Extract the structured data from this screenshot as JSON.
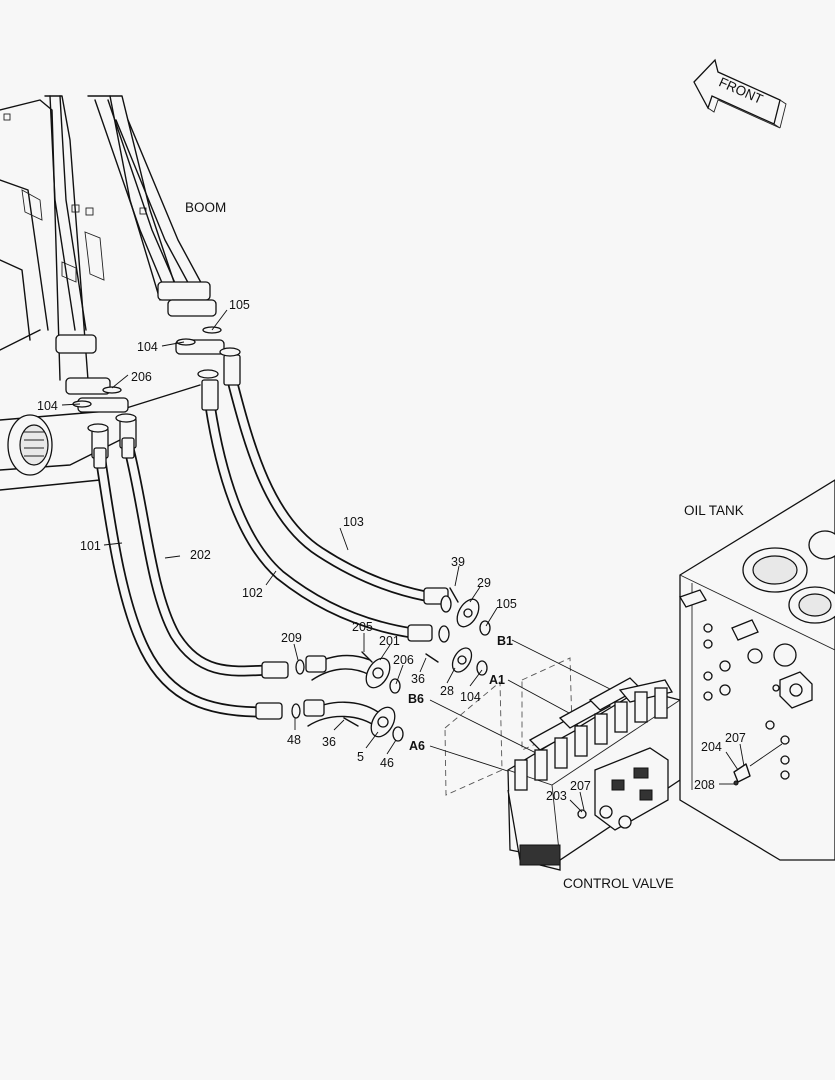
{
  "captions": {
    "boom": "BOOM",
    "oil_tank": "OIL TANK",
    "control_valve": "CONTROL VALVE",
    "front": "FRONT"
  },
  "part_labels": {
    "p101": "101",
    "p202": "202",
    "p102": "102",
    "p103": "103",
    "p104a": "104",
    "p104b": "104",
    "p104c": "104",
    "p105a": "105",
    "p105b": "105",
    "p206a": "206",
    "p206b": "206",
    "p39": "39",
    "p29": "29",
    "p28": "28",
    "p36a": "36",
    "p36b": "36",
    "p205": "205",
    "p201": "201",
    "p209": "209",
    "p48": "48",
    "p5": "5",
    "p46": "46",
    "p203": "203",
    "p207a": "207",
    "p207b": "207",
    "p204": "204",
    "p208": "208"
  },
  "port_labels": {
    "b1": "B1",
    "a1": "A1",
    "b6": "B6",
    "a6": "A6"
  }
}
